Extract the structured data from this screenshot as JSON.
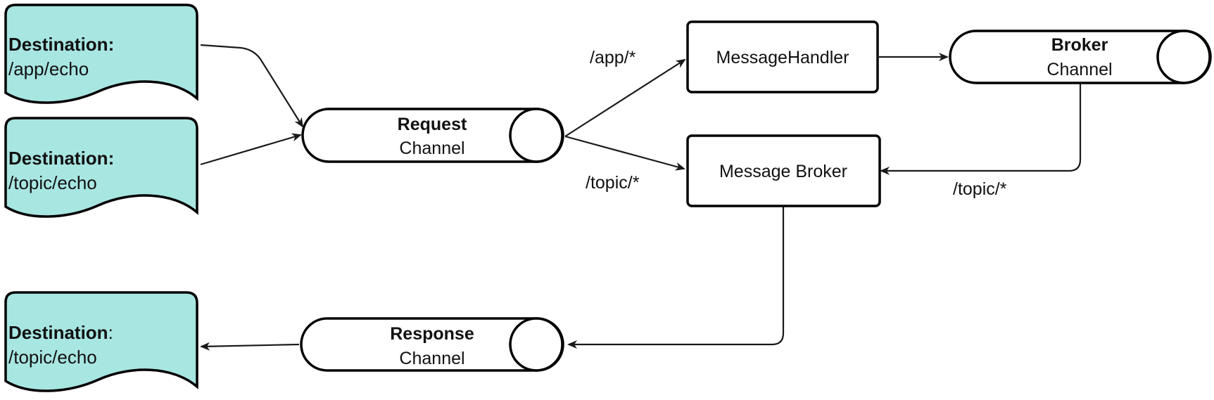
{
  "colors": {
    "document_fill": "#a8e6e2",
    "stroke": "#000000",
    "background": "#ffffff"
  },
  "documents": {
    "app_echo": {
      "title": "Destination:",
      "path": "/app/echo"
    },
    "topic_echo": {
      "title": "Destination:",
      "path": "/topic/echo"
    },
    "response_topic_echo": {
      "title": "Destination",
      "colon": ":",
      "path": "/topic/echo"
    }
  },
  "channels": {
    "request": {
      "name": "Request",
      "kind": "Channel"
    },
    "broker": {
      "name": "Broker",
      "kind": "Channel"
    },
    "response": {
      "name": "Response",
      "kind": "Channel"
    }
  },
  "boxes": {
    "message_handler": "MessageHandler",
    "message_broker": "Message Broker"
  },
  "edge_labels": {
    "app": "/app/*",
    "topic_request": "/topic/*",
    "topic_broker": "/topic/*"
  }
}
